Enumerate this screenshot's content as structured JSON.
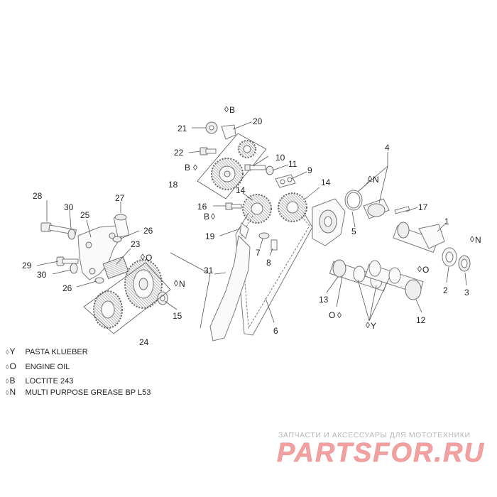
{
  "diagram": {
    "callouts": {
      "c1": "1",
      "c2": "2",
      "c3": "3",
      "c4": "4",
      "c5": "5",
      "c6": "6",
      "c7": "7",
      "c8": "8",
      "c9": "9",
      "c10": "10",
      "c11": "11",
      "c12": "12",
      "c13": "13",
      "c14a": "14",
      "c14b": "14",
      "c15": "15",
      "c16": "16",
      "c17": "17",
      "c18": "18",
      "c19": "19",
      "c20": "20",
      "c21": "21",
      "c22": "22",
      "c23": "23",
      "c24": "24",
      "c25": "25",
      "c26a": "26",
      "c26b": "26",
      "c27": "27",
      "c28": "28",
      "c29": "29",
      "c30a": "30",
      "c30b": "30",
      "c31": "31"
    },
    "markers": {
      "m_b_20": "B",
      "m_b_22": "B",
      "m_b_16": "B",
      "m_o_23": "O",
      "m_n_4": "N",
      "m_n_3": "N",
      "m_n_15": "N",
      "m_o_12": "O",
      "m_o_13": "O",
      "m_y_13": "Y"
    },
    "legend": [
      {
        "code": "Y",
        "text": "PASTA KLUEBER"
      },
      {
        "code": "O",
        "text": "ENGINE OIL"
      },
      {
        "code": "B",
        "text": "LOCTITE 243"
      },
      {
        "code": "N",
        "text": "MULTI PURPOSE GREASE BP L53"
      }
    ]
  },
  "watermark": {
    "caption": "ЗАПЧАСТИ И АКСЕССУАРЫ ДЛЯ МОТОТЕХНИКИ",
    "logo_text": "PARTSFOR.RU",
    "logo_color": "#f2a0a0"
  }
}
